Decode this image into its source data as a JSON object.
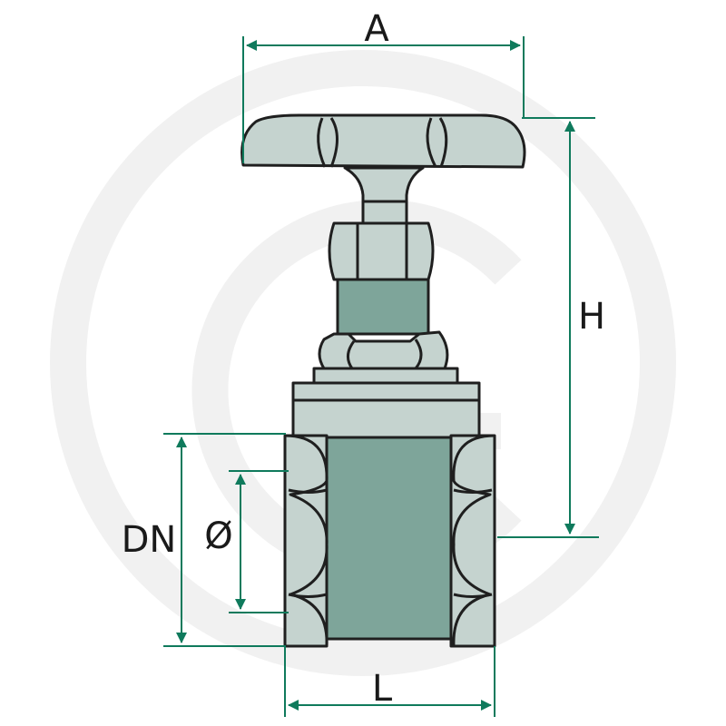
{
  "colors": {
    "outline": "#1f1f1f",
    "light_metal": "#c5d3cf",
    "dark_metal": "#7ea59a",
    "dimension": "#0f7a5c",
    "watermark": "#f1f1f1"
  },
  "dimensions": {
    "width_label": "A",
    "height_label": "H",
    "nominal_label": "DN",
    "bore_label": "Ø",
    "length_label": "L"
  }
}
